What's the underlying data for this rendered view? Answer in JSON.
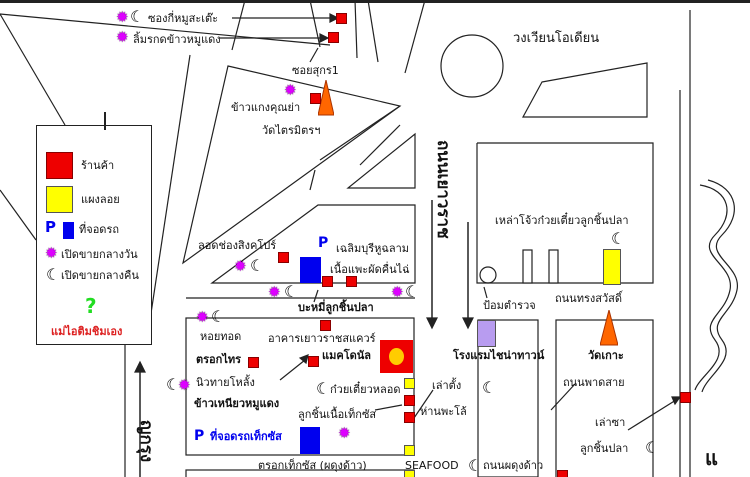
{
  "legend": {
    "shop": "ร้านค้า",
    "stall": "แผงลอย",
    "parking_p": "P",
    "parking": "ที่จอดรถ",
    "day": "เปิดขายกลางวัน",
    "night": "เปิดขายกลางคืน",
    "question": "?",
    "footer": "แม่ไอติมชิมเอง"
  },
  "roads": {
    "yaowarat": "ถนนเยาวราช",
    "charoenkrung": "ญกรุง",
    "songsawat": "ถนนทรงสวัสดิ์",
    "phatsai": "ถนนพาดสาย",
    "phadungdao": "ถนนผดุงด้าว",
    "soi_sukon": "ซอยสุกร1",
    "trok_texas": "ตรอกเท็กซัส (ผดุงด้าว)",
    "circle": "วงเวียนโอเดียน",
    "river": "แ"
  },
  "places": {
    "wat_traimit": "วัดไตรมิตรฯ",
    "wat_ko": "วัดเกาะ",
    "hotel": "โรงแรมไชน่าทาวน์",
    "police": "ป้อมตำรวจ",
    "mcd": "แมคโดนัล",
    "yaowarat_square": "อาคารเยาวราชสแควร์",
    "parking_texas_p": "P",
    "parking_texas": "ที่จอดรถเท็กซัส",
    "p_mark": "P"
  },
  "shops": {
    "s1": "ซองกี่หมูสะเต๊ะ",
    "s2": "ลิ้มรกดข้าวหมูแดง",
    "s3": "ข้าวแกงคุณย่า",
    "s4": "ลอดช่องสิงคโปร์",
    "s5": "เฉลิมบุรีหูฉลาม",
    "s6": "เนื้อแพะผัดคื่นไฉ่",
    "s7": "บะหมี่ลูกชิ้นปลา",
    "s8": "หอยทอด",
    "s9": "ตรอกไทร",
    "s10": "นิวทายโหลั้ง",
    "s11": "ข้าวเหนียวหมูแดง",
    "s12": "ก๋วยเตี๋ยวหลอด",
    "s13": "ลูกชิ้นเนื้อเท็กซัส",
    "s14": "เล่าตั้ง",
    "s15": "ห่านพะโล้",
    "s16": "SEAFOOD",
    "s17": "เหล่าโจ้วก๋วยเตี๋ยวลูกชิ้นปลา",
    "s18": "เล่าซา",
    "s19": "ลูกชิ้นปลา"
  },
  "colors": {
    "shop": "#e00000",
    "stall": "#ffff00",
    "parking": "#0000ee",
    "day": "#dd00ff",
    "temple": "#ff6600",
    "hotel": "#b89cf0",
    "accent_text": "#dd2222",
    "question": "#22dd22"
  }
}
